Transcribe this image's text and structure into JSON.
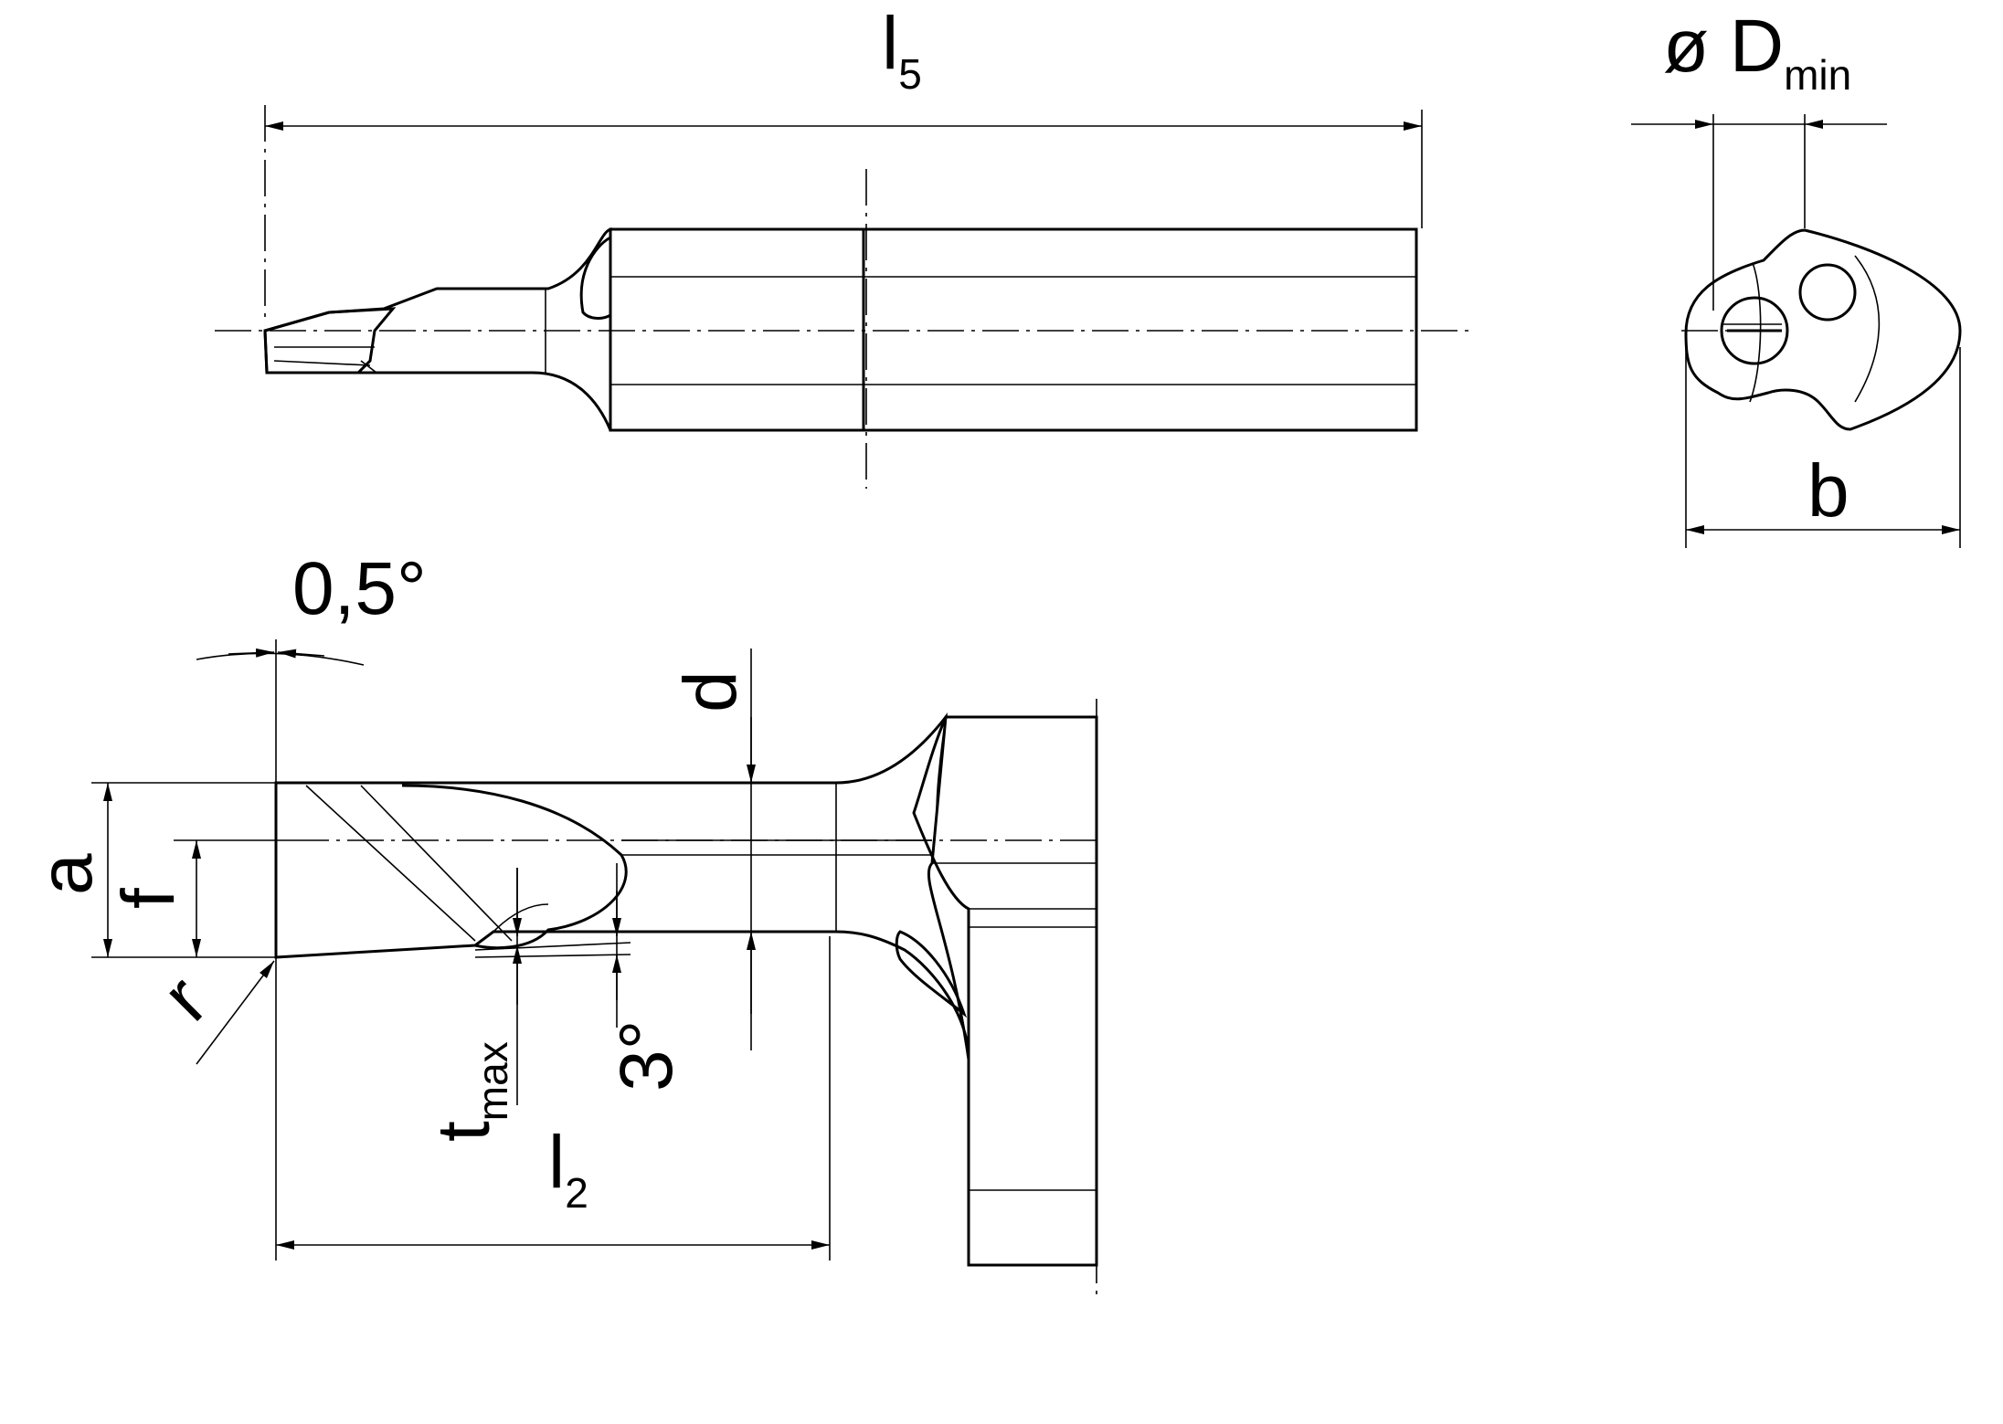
{
  "colors": {
    "carbide": "#ffff00",
    "shank": "#cccccc",
    "line": "#000000",
    "background": "#ffffff"
  },
  "labels": {
    "l5_main": "l",
    "l5_sub": "5",
    "dmin_symbol": "ø D",
    "dmin_sub": "min",
    "b": "b",
    "angle_tip": "0,5°",
    "d": "d",
    "a": "a",
    "f": "f",
    "r": "r",
    "tmax_main": "t",
    "tmax_sub": "max",
    "angle_side": "3°",
    "l2_main": "l",
    "l2_sub": "2"
  }
}
